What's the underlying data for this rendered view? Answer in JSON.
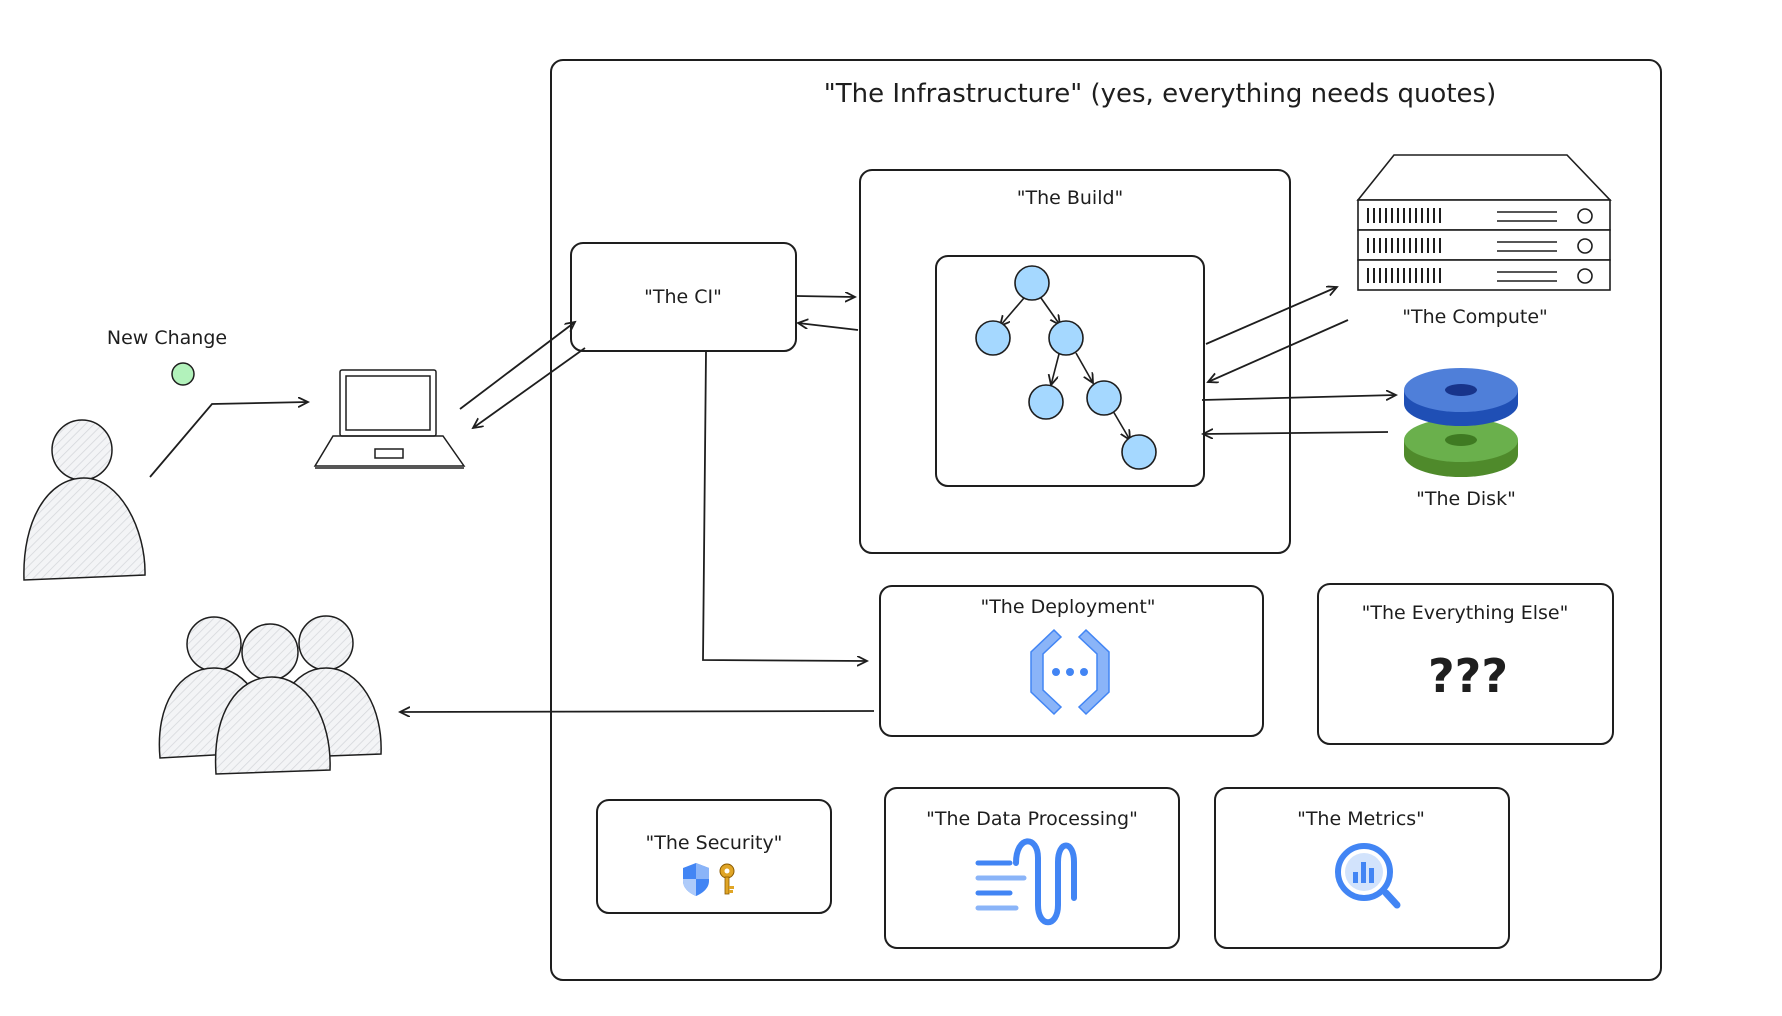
{
  "diagram": {
    "title": "\"The Infrastructure\" (yes, everything needs quotes)",
    "nodes": {
      "new_change": "New Change",
      "ci": "\"The CI\"",
      "build": "\"The Build\"",
      "compute": "\"The Compute\"",
      "disk": "\"The Disk\"",
      "deployment": "\"The Deployment\"",
      "everything_else": "\"The Everything Else\"",
      "everything_else_mark": "???",
      "security": "\"The Security\"",
      "data_processing": "\"The Data Processing\"",
      "metrics": "\"The Metrics\""
    },
    "icons": [
      "person-icon",
      "laptop-icon",
      "people-group-icon",
      "dependency-graph-icon",
      "server-rack-icon",
      "disk-stack-icon",
      "deployment-brackets-icon",
      "shield-icon",
      "key-icon",
      "data-stream-icon",
      "metrics-magnifier-icon"
    ],
    "colors": {
      "stroke": "#1e1e1e",
      "node_blue": "#a5d8ff",
      "change_dot": "#b2f2bb",
      "disk_blue": "#4f7fd9",
      "disk_green": "#6ab04c",
      "google_blue": "#4285f4",
      "key_gold": "#e0a526"
    }
  }
}
